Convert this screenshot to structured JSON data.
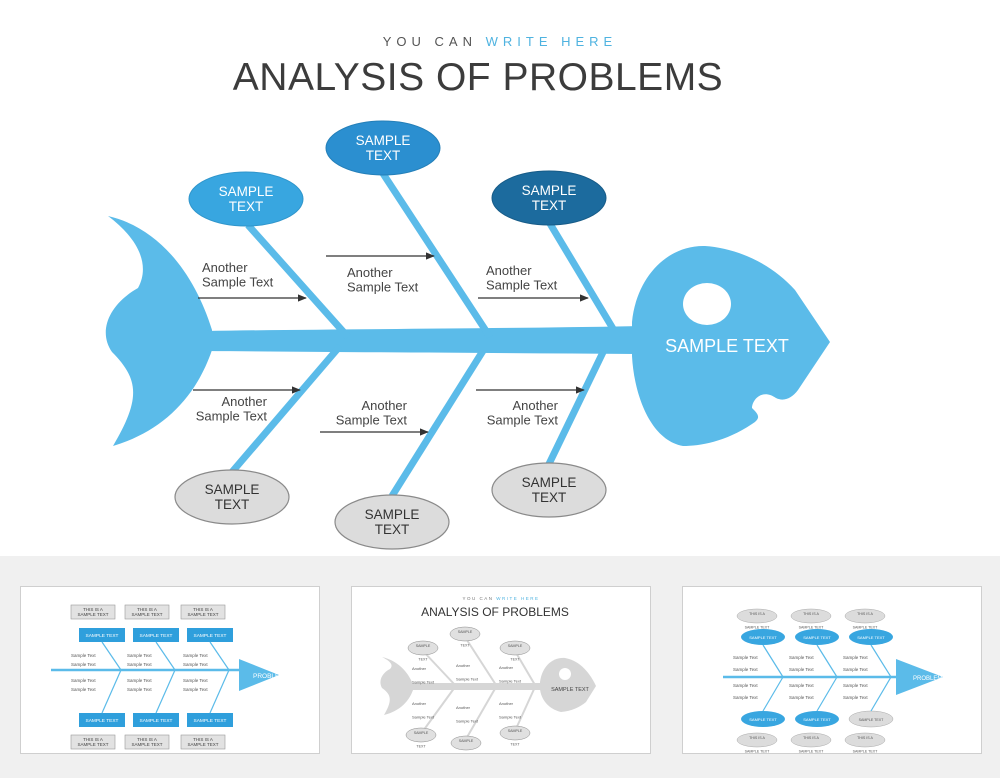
{
  "header": {
    "kicker_prefix": "YOU CAN",
    "kicker_accent": "WRITE HERE",
    "title": "ANALYSIS OF PROBLEMS"
  },
  "diagram": {
    "head_label": "SAMPLE TEXT",
    "top_ovals": [
      "SAMPLE\nTEXT",
      "SAMPLE\nTEXT",
      "SAMPLE\nTEXT"
    ],
    "bottom_ovals": [
      "SAMPLE\nTEXT",
      "SAMPLE\nTEXT",
      "SAMPLE\nTEXT"
    ],
    "cause_labels_top": [
      "Another\nSample Text",
      "Another\nSample Text",
      "Another\nSample Text"
    ],
    "cause_labels_bottom": [
      "Another\nSample Text",
      "Another\nSample Text",
      "Another\nSample Text"
    ]
  },
  "thumbnails": {
    "thumb1": {
      "box_top": "THIS IS A\nSAMPLE TEXT",
      "box_blue": "SAMPLE TEXT",
      "small": "Sample Text",
      "head": "PROBLEM"
    },
    "thumb2": {
      "kicker_prefix": "YOU CAN",
      "kicker_accent": "WRITE HERE",
      "title": "ANALYSIS OF PROBLEMS",
      "oval": "SAMPLE\nTEXT",
      "cause": "Another\nSample Text",
      "head": "SAMPLE TEXT"
    },
    "thumb3": {
      "oval_grey": "THIS IS A\nSAMPLE TEXT",
      "oval_blue": "SAMPLE TEXT",
      "small": "Sample Text",
      "head": "PROBLEM"
    }
  },
  "colors": {
    "fish_blue": "#5bbbe9",
    "oval_blue_light": "#38a6e0",
    "oval_blue_mid": "#2b8fd0",
    "oval_blue_dark": "#1c6b9e",
    "oval_grey": "#dcdcdc",
    "text_dark": "#3c3c3c",
    "accent": "#4fb3e0"
  }
}
